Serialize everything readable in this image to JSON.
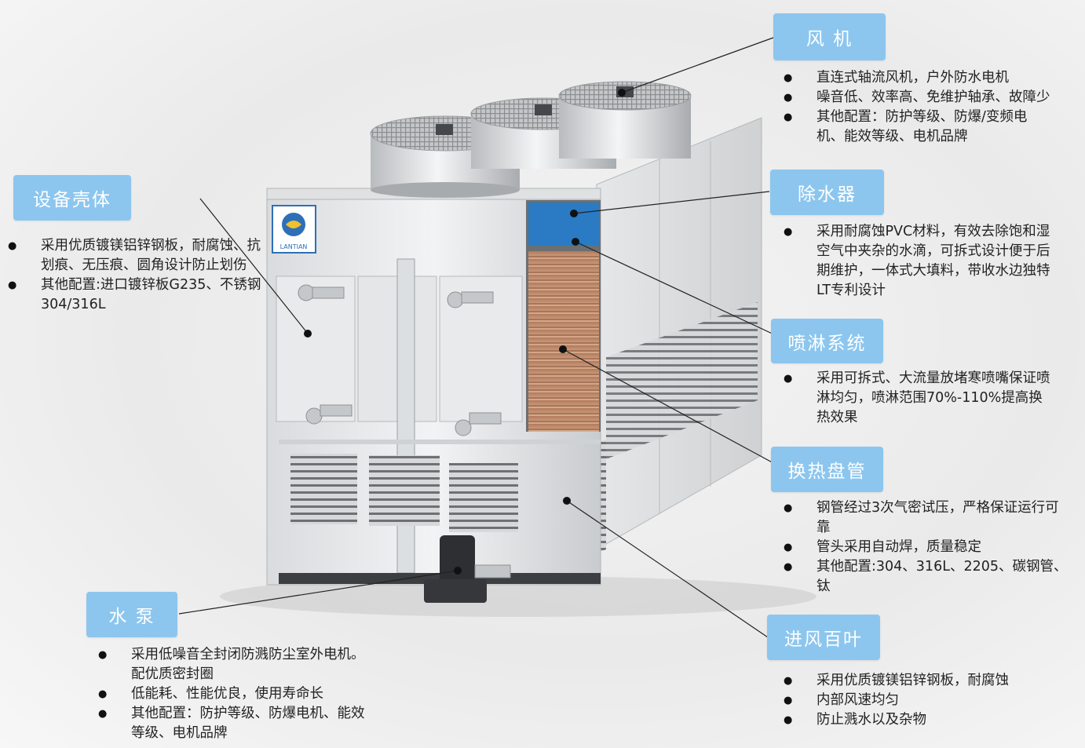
{
  "brand": {
    "logo_text": "LANTIAN"
  },
  "components": [
    {
      "id": "fan",
      "title": "风 机",
      "bullets": [
        "直连式轴流风机，户外防水电机",
        "噪音低、效率高、免维护轴承、故障少",
        "其他配置：防护等级、防爆/变频电机、能效等级、电机品牌"
      ]
    },
    {
      "id": "casing",
      "title": "设备壳体",
      "bullets": [
        "采用优质镀镁铝锌钢板，耐腐蚀、抗划痕、无压痕、圆角设计防止划伤",
        "其他配置:进口镀锌板G235、不锈钢304/316L"
      ]
    },
    {
      "id": "eliminator",
      "title": "除水器",
      "bullets": [
        "采用耐腐蚀PVC材料，有效去除饱和湿空气中夹杂的水滴，可拆式设计便于后期维护，一体式大填料，带收水边独特LT专利设计"
      ]
    },
    {
      "id": "spray",
      "title": "喷淋系统",
      "bullets": [
        "采用可拆式、大流量放堵寒喷嘴保证喷淋均匀，喷淋范围70%-110%提高换热效果"
      ]
    },
    {
      "id": "coil",
      "title": "换热盘管",
      "bullets": [
        "钢管经过3次气密试压，严格保证运行可靠",
        "管头采用自动焊，质量稳定",
        "其他配置:304、316L、2205、碳钢管、钛"
      ]
    },
    {
      "id": "pump",
      "title": "水 泵",
      "bullets": [
        "采用低噪音全封闭防溅防尘室外电机。配优质密封圈",
        "低能耗、性能优良，使用寿命长",
        "其他配置：防护等级、防爆电机、能效等级、电机品牌"
      ]
    },
    {
      "id": "louver",
      "title": "进风百叶",
      "bullets": [
        "采用优质镀镁铝锌钢板，耐腐蚀",
        "内部风速均匀",
        "防止溅水以及杂物"
      ]
    }
  ],
  "colors": {
    "label_bg": "#8cc6ee",
    "label_text": "#ffffff",
    "body_text": "#222222"
  }
}
